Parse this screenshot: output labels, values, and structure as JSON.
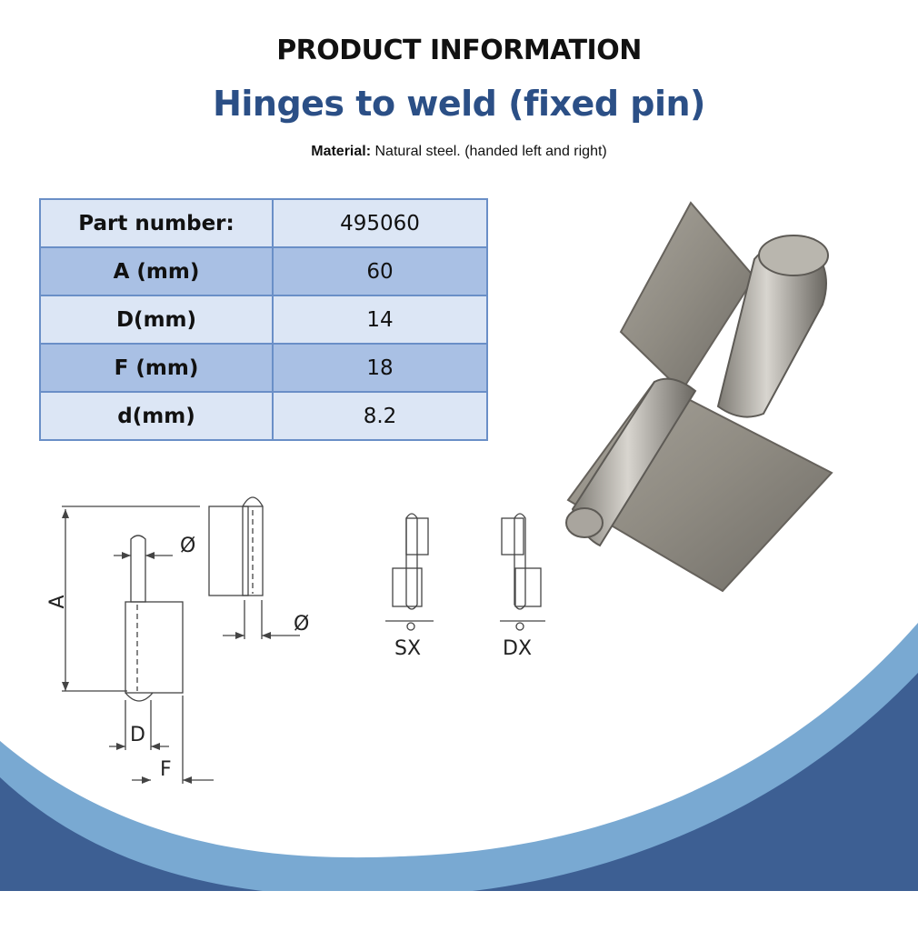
{
  "header": {
    "product_info": "PRODUCT INFORMATION",
    "title": "Hinges to weld (fixed pin)"
  },
  "material": {
    "label": "Material:",
    "value": "Natural steel. (handed left and right)"
  },
  "specs": [
    {
      "label": "Part number:",
      "value": "495060"
    },
    {
      "label": "A (mm)",
      "value": "60"
    },
    {
      "label": "D(mm)",
      "value": "14"
    },
    {
      "label": "F (mm)",
      "value": "18"
    },
    {
      "label": "d(mm)",
      "value": "8.2"
    }
  ],
  "drawing": {
    "label_a": "A",
    "label_d": "D",
    "label_f": "F",
    "label_dia_top": "Ø",
    "label_dia_bottom": "Ø",
    "label_sx": "SX",
    "label_dx": "DX"
  },
  "colors": {
    "title_blue": "#2b4f86",
    "table_border": "#6a8fc7",
    "row_light": "#dce6f5",
    "row_dark": "#a9c0e4",
    "wave_dark": "#3d5f93",
    "wave_light": "#79a9d2"
  }
}
